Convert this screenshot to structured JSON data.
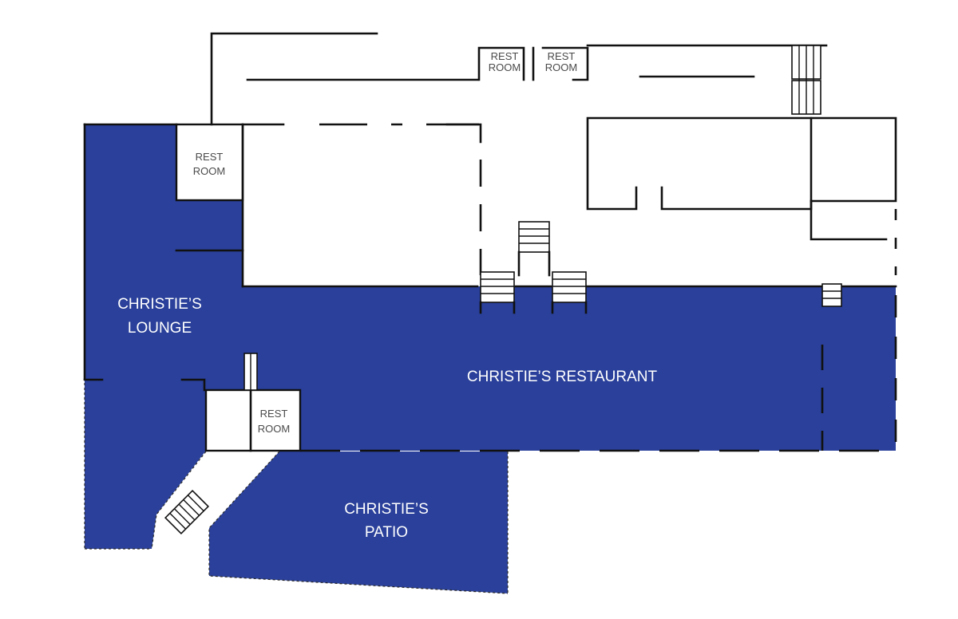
{
  "colors": {
    "venue_fill": "#2a409a",
    "wall": "#111111",
    "background": "#ffffff"
  },
  "areas": {
    "lounge": {
      "line1": "CHRISTIE’S",
      "line2": "LOUNGE"
    },
    "restaurant": {
      "label": "CHRISTIE’S RESTAURANT"
    },
    "patio": {
      "line1": "CHRISTIE’S",
      "line2": "PATIO"
    }
  },
  "restrooms": [
    {
      "line1": "REST",
      "line2": "ROOM"
    },
    {
      "line1": "REST",
      "line2": "ROOM"
    },
    {
      "line1": "REST",
      "line2": "ROOM"
    },
    {
      "line1": "REST",
      "line2": "ROOM"
    }
  ]
}
